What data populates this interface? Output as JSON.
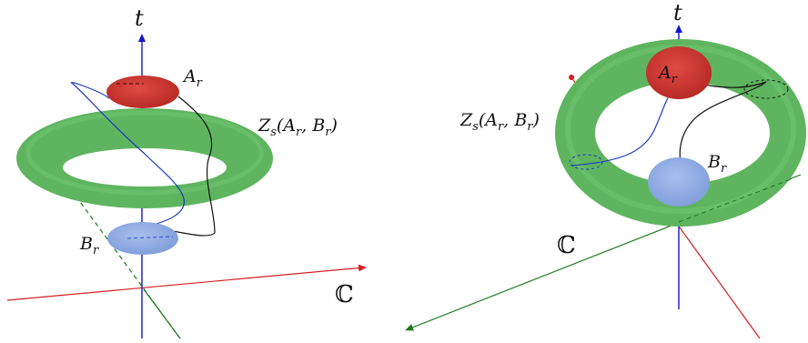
{
  "left_figure": {
    "time_axis": "t",
    "space_axis": "ℂ",
    "set_a": {
      "main": "A",
      "sub": "r"
    },
    "set_b": {
      "main": "B",
      "sub": "r"
    },
    "torus": {
      "pre": "Z",
      "sub1": "s",
      "mid1": "(A",
      "sub2": "r",
      "mid2": ", B",
      "sub3": "r",
      "post": ")"
    }
  },
  "right_figure": {
    "time_axis": "t",
    "space_axis": "ℂ",
    "set_a": {
      "main": "A",
      "sub": "r"
    },
    "set_b": {
      "main": "B",
      "sub": "r"
    },
    "torus": {
      "pre": "Z",
      "sub1": "s",
      "mid1": "(A",
      "sub2": "r",
      "mid2": ", B",
      "sub3": "r",
      "post": ")"
    }
  },
  "colors": {
    "torus": "#5fb55f",
    "set_a": "#c9302c",
    "set_b": "#8aa8e0",
    "time_axis": "#1414c8",
    "real_axis": "#d62020",
    "imag_axis": "#1a7a1a"
  }
}
